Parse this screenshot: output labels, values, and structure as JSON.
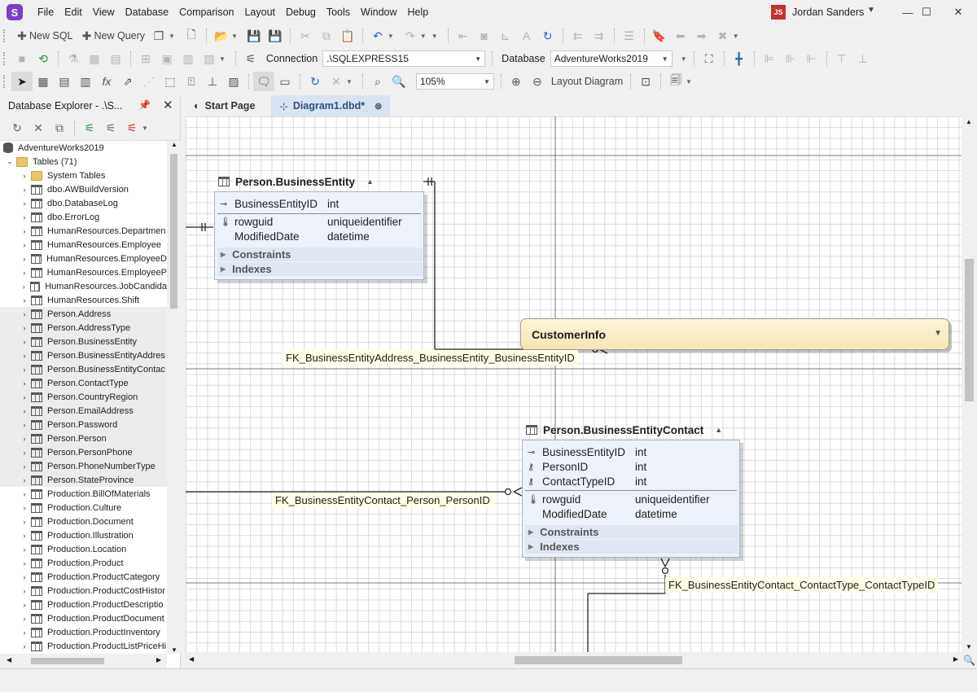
{
  "app": {
    "logo_letter": "S"
  },
  "menu": [
    "File",
    "Edit",
    "View",
    "Database",
    "Comparison",
    "Layout",
    "Debug",
    "Tools",
    "Window",
    "Help"
  ],
  "user": {
    "initials": "JS",
    "name": "Jordan Sanders"
  },
  "toolbar1": {
    "new_sql": "New SQL",
    "new_query": "New Query"
  },
  "toolbar2": {
    "connection_label": "Connection",
    "connection_value": ".\\SQLEXPRESS15",
    "database_label": "Database",
    "database_value": "AdventureWorks2019"
  },
  "toolbar3": {
    "zoom_value": "105%",
    "layout_diagram": "Layout Diagram"
  },
  "explorer": {
    "title": "Database Explorer - .\\S...",
    "database": "AdventureWorks2019",
    "tables_node": "Tables (71)",
    "items": [
      "System Tables",
      "dbo.AWBuildVersion",
      "dbo.DatabaseLog",
      "dbo.ErrorLog",
      "HumanResources.Departmen",
      "HumanResources.Employee",
      "HumanResources.EmployeeD",
      "HumanResources.EmployeeP",
      "HumanResources.JobCandida",
      "HumanResources.Shift",
      "Person.Address",
      "Person.AddressType",
      "Person.BusinessEntity",
      "Person.BusinessEntityAddres",
      "Person.BusinessEntityContac",
      "Person.ContactType",
      "Person.CountryRegion",
      "Person.EmailAddress",
      "Person.Password",
      "Person.Person",
      "Person.PersonPhone",
      "Person.PhoneNumberType",
      "Person.StateProvince",
      "Production.BillOfMaterials",
      "Production.Culture",
      "Production.Document",
      "Production.Illustration",
      "Production.Location",
      "Production.Product",
      "Production.ProductCategory",
      "Production.ProductCostHistor",
      "Production.ProductDescriptio",
      "Production.ProductDocument",
      "Production.ProductInventory",
      "Production.ProductListPriceHi"
    ]
  },
  "tabs": [
    {
      "label": "Start Page"
    },
    {
      "label": "Diagram1.dbd*"
    }
  ],
  "diagram": {
    "business_entity": {
      "title": "Person.BusinessEntity",
      "columns": [
        {
          "name": "BusinessEntityID",
          "type": "int",
          "key": "primary-key"
        },
        {
          "name": "rowguid",
          "type": "uniqueidentifier",
          "key": "index"
        },
        {
          "name": "ModifiedDate",
          "type": "datetime",
          "key": ""
        }
      ],
      "constraints": "Constraints",
      "indexes": "Indexes"
    },
    "customer_info": {
      "title": "CustomerInfo"
    },
    "business_entity_contact": {
      "title": "Person.BusinessEntityContact",
      "columns": [
        {
          "name": "BusinessEntityID",
          "type": "int",
          "key": "primary-key"
        },
        {
          "name": "PersonID",
          "type": "int",
          "key": "foreign-key"
        },
        {
          "name": "ContactTypeID",
          "type": "int",
          "key": "foreign-key"
        },
        {
          "name": "rowguid",
          "type": "uniqueidentifier",
          "key": "index"
        },
        {
          "name": "ModifiedDate",
          "type": "datetime",
          "key": ""
        }
      ],
      "constraints": "Constraints",
      "indexes": "Indexes"
    },
    "fk_labels": {
      "address": "FK_BusinessEntityAddress_BusinessEntity_BusinessEntityID",
      "person": "FK_BusinessEntityContact_Person_PersonID",
      "contact_type": "FK_BusinessEntityContact_ContactType_ContactTypeID"
    }
  },
  "colors": {
    "accent": "#7b3fc4",
    "tab_active": "#d9e4f2",
    "entity_bg": "#edf2fa",
    "group_bg": "#f4e6b2",
    "fk_label_bg": "#fffee6"
  }
}
